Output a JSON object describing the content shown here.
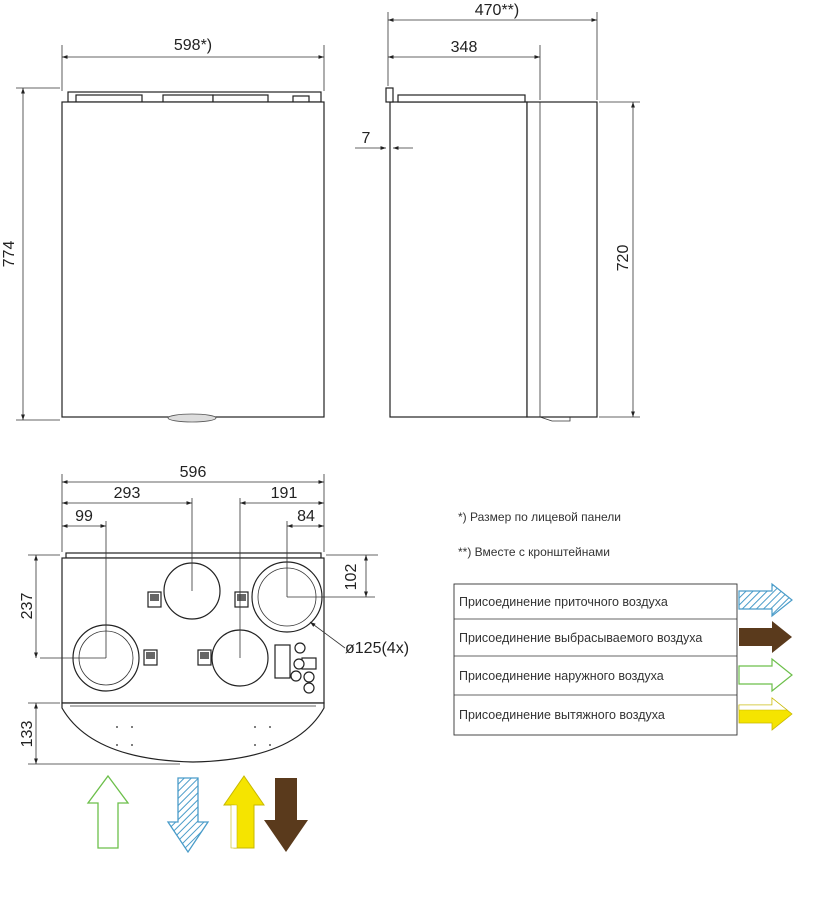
{
  "front_view": {
    "width_label": "598*)",
    "height_label": "774"
  },
  "side_view": {
    "total_depth_label": "470**)",
    "body_depth_label": "348",
    "gap_label": "7",
    "height_label": "720"
  },
  "top_view": {
    "width_label": "596",
    "dim_293": "293",
    "dim_191": "191",
    "dim_99": "99",
    "dim_84": "84",
    "dim_237": "237",
    "dim_102": "102",
    "dim_133": "133",
    "diameter_label": "ø125(4x)"
  },
  "notes": {
    "front_panel": "*) Размер по лицевой панели",
    "with_brackets": "**) Вместе с кронштейнами"
  },
  "legend": [
    {
      "label": "Присоединение приточного воздуха",
      "arrow": "hatched-blue-arrow-icon",
      "color": "#4a9cc9"
    },
    {
      "label": "Присоединение выбрасываемого воздуха",
      "arrow": "solid-brown-arrow-icon",
      "color": "#5a3a1c"
    },
    {
      "label": "Присоединение наружного воздуха",
      "arrow": "outline-green-arrow-icon",
      "color": "#6cbf4a"
    },
    {
      "label": "Присоединение вытяжного воздуха",
      "arrow": "yellow-arrow-icon",
      "color": "#f5e400"
    }
  ],
  "colors": {
    "supply": "#4a9cc9",
    "exhaust": "#5a3a1c",
    "outdoor": "#6cbf4a",
    "extract": "#f5e400"
  }
}
